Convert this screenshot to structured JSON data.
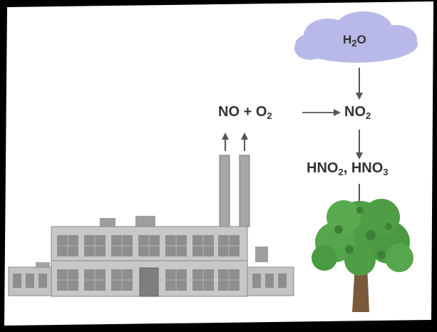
{
  "cloud": {
    "base": "H",
    "sub": "2",
    "tail": "O"
  },
  "reaction": {
    "a": "NO",
    "plus": "+",
    "b": "O",
    "b_sub": "2"
  },
  "product": {
    "base": "NO",
    "sub": "2"
  },
  "acids": {
    "a": "HNO",
    "a_sub": "2",
    "sep": ", ",
    "b": "HNO",
    "b_sub": "3"
  },
  "colors": {
    "cloud": "#b8b9e8",
    "arrow": "#555555",
    "factory_wall": "#c8c8c8",
    "factory_window": "#8e8e8e",
    "tree_foliage": "#4f9e46",
    "tree_trunk": "#7a5a3a"
  },
  "icons": [
    "cloud-icon",
    "factory-icon",
    "tree-icon"
  ]
}
